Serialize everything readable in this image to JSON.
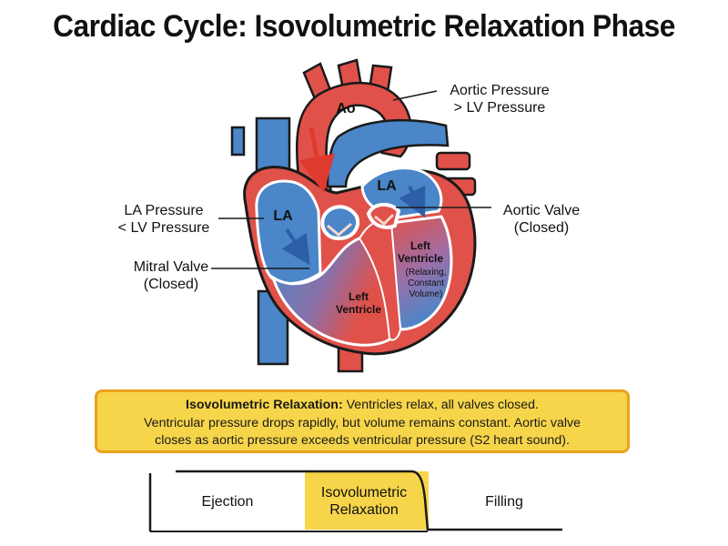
{
  "title": "Cardiac Cycle: Isovolumetric Relaxation Phase",
  "heart": {
    "ao_label": "Ao",
    "la_left_label": "LA",
    "la_right_label": "LA",
    "lv_left_label_line1": "Left",
    "lv_left_label_line2": "Ventricle",
    "lv_right_line1": "Left",
    "lv_right_line2": "Ventricle",
    "lv_right_line3": "(Relaxing,",
    "lv_right_line4": "Constant",
    "lv_right_line5": "Volume)"
  },
  "annotations": {
    "aortic_pressure_line1": "Aortic Pressure",
    "aortic_pressure_line2": "> LV Pressure",
    "aortic_valve_line1": "Aortic Valve",
    "aortic_valve_line2": "(Closed)",
    "la_pressure_line1": "LA Pressure",
    "la_pressure_line2": "< LV Pressure",
    "mitral_valve_line1": "Mitral Valve",
    "mitral_valve_line2": "(Closed)"
  },
  "callout": {
    "heading": "Isovolumetric Relaxation:",
    "line1_rest": " Ventricles relax, all valves closed.",
    "line2": "Ventricular pressure drops rapidly, but volume remains constant. Aortic valve",
    "line3": "closes as aortic pressure exceeds ventricular pressure (S2 heart sound)."
  },
  "timeline": {
    "phases": [
      {
        "label": "Ejection",
        "highlighted": false
      },
      {
        "label_line1": "Isovolumetric",
        "label_line2": "Relaxation",
        "highlighted": true
      },
      {
        "label": "Filling",
        "highlighted": false
      }
    ],
    "highlight_color": "#f7d54a"
  },
  "colors": {
    "oxygenated_red": "#e0514a",
    "deoxygenated_blue": "#4a86c8",
    "highlight_yellow": "#f7d54a",
    "callout_border": "#e9a21b"
  }
}
